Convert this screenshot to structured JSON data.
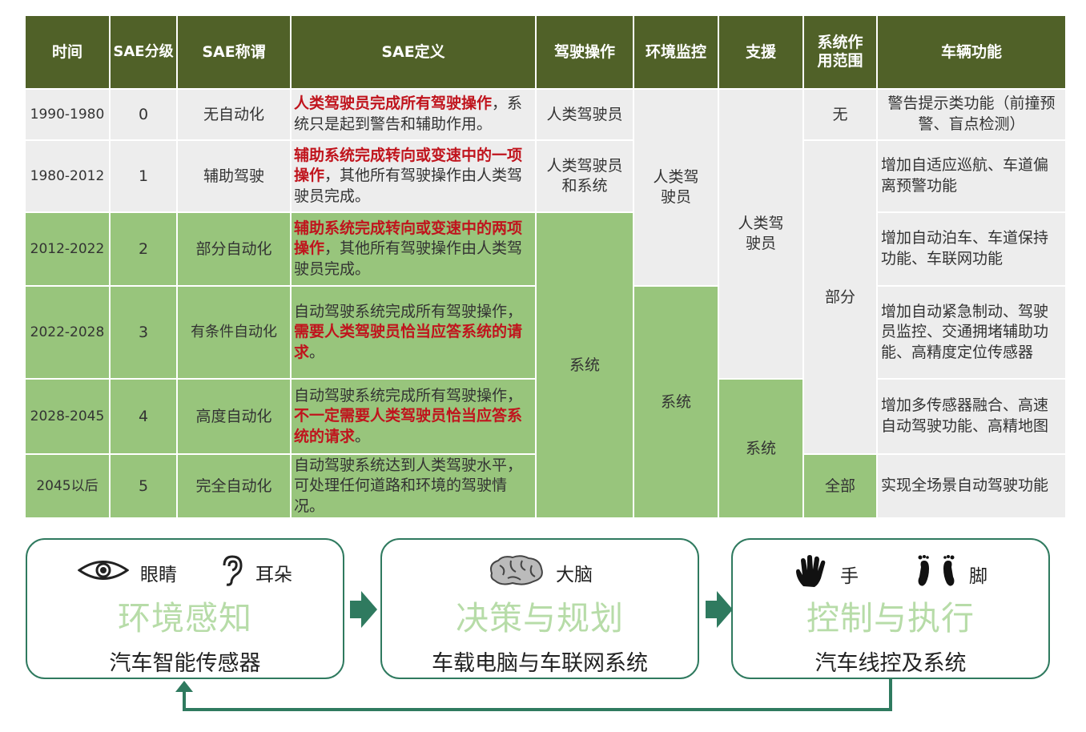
{
  "table": {
    "headers": {
      "time": "时间",
      "sae_level": "SAE分级",
      "sae_name": "SAE称谓",
      "sae_def": "SAE定义",
      "driving_op": "驾驶操作",
      "env_monitor": "环境监控",
      "support": "支援",
      "scope_l1": "系统作",
      "scope_l2": "用范围",
      "vehicle_func": "车辆功能"
    },
    "rows": [
      {
        "time": "1990-1980",
        "level": "0",
        "name": "无自动化",
        "def_red": "人类驾驶员完成所有驾驶操作",
        "def_rest": "，系统只是起到警告和辅助作用。",
        "func": "警告提示类功能（前撞预警、盲点检测）"
      },
      {
        "time": "1980-2012",
        "level": "1",
        "name": "辅助驾驶",
        "def_red": "辅助系统完成转向或变速中的一项操作",
        "def_rest": "，其他所有驾驶操作由人类驾驶员完成。",
        "func": "增加自适应巡航、车道偏离预警功能"
      },
      {
        "time": "2012-2022",
        "level": "2",
        "name": "部分自动化",
        "def_red": "辅助系统完成转向或变速中的两项操作",
        "def_rest": "，其他所有驾驶操作由人类驾驶员完成。",
        "func": "增加自动泊车、车道保持功能、车联网功能"
      },
      {
        "time": "2022-2028",
        "level": "3",
        "name": "有条件自动化",
        "def_pre": "自动驾驶系统完成所有驾驶操作，",
        "def_red": "需要人类驾驶员恰当应答系统的请求",
        "def_post": "。",
        "func": "增加自动紧急制动、驾驶员监控、交通拥堵辅助功能、高精度定位传感器"
      },
      {
        "time": "2028-2045",
        "level": "4",
        "name": "高度自动化",
        "def_pre": "自动驾驶系统完成所有驾驶操作，",
        "def_red": "不一定需要人类驾驶员恰当应答系统的请求",
        "def_post": "。",
        "func": "增加多传感器融合、高速自动驾驶功能、高精地图"
      },
      {
        "time": "2045以后",
        "level": "5",
        "name": "完全自动化",
        "def_plain": "自动驾驶系统达到人类驾驶水平，可处理任何道路和环境的驾驶情况。",
        "func": "实现全场景自动驾驶功能"
      }
    ],
    "op_human": "人类驾驶员",
    "op_human_system": "人类驾驶员和系统",
    "op_system": "系统",
    "env_human": "人类驾驶员",
    "env_system": "系统",
    "sup_human": "人类驾驶员",
    "sup_system": "系统",
    "scope_none": "无",
    "scope_part": "部分",
    "scope_all": "全部"
  },
  "flow": {
    "perception": {
      "icon1": "eye-icon",
      "label1": "眼睛",
      "icon2": "ear-icon",
      "label2": "耳朵",
      "title": "环境感知",
      "subtitle": "汽车智能传感器"
    },
    "decision": {
      "icon1": "brain-icon",
      "label1": "大脑",
      "title": "决策与规划",
      "subtitle": "车载电脑与车联网系统"
    },
    "control": {
      "icon1": "hand-icon",
      "label1": "手",
      "icon2": "feet-icon",
      "label2": "脚",
      "title": "控制与执行",
      "subtitle": "汽车线控及系统"
    },
    "colors": {
      "accent": "#2f7a5f",
      "header": "#506128",
      "green_cell": "#98c57c",
      "gray_cell": "#ededed",
      "red_text": "#c0141d",
      "title_text": "#b7dca8"
    }
  }
}
